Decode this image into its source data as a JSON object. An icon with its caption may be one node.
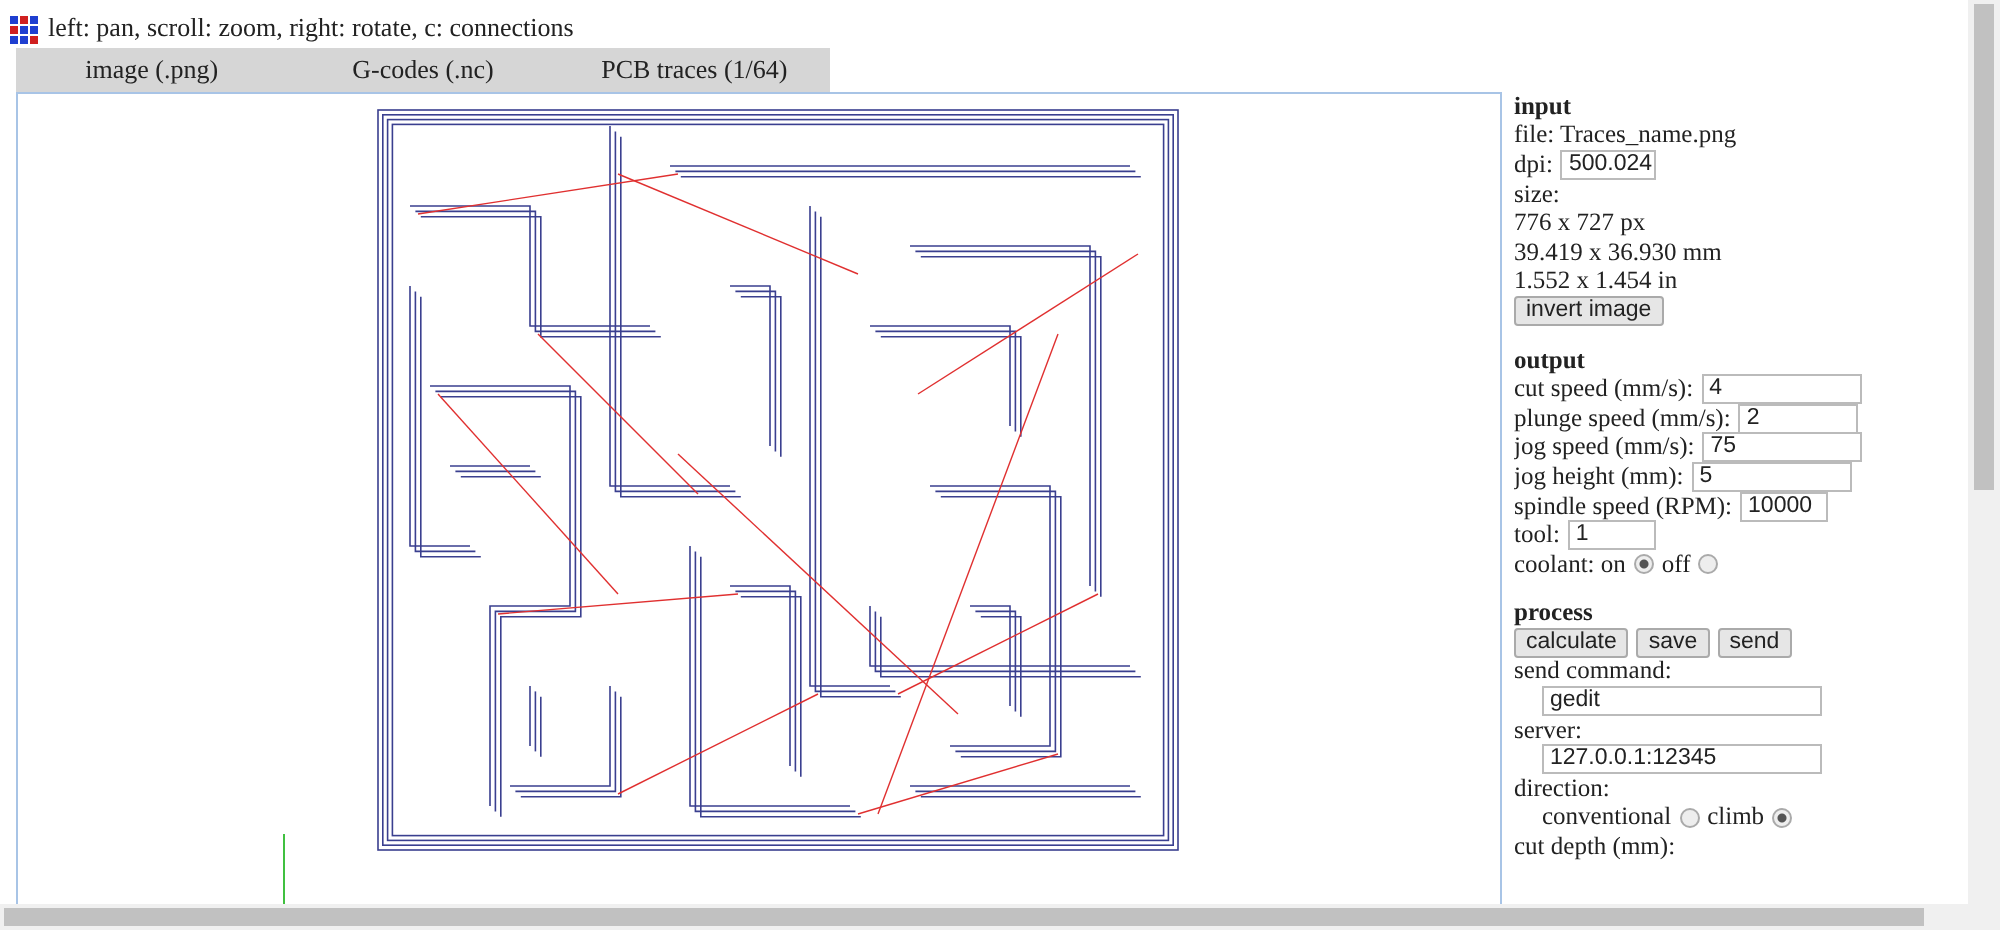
{
  "diagram": {
    "labels": [
      "left: pan, scroll: zoom, right: rotate, c: connections",
      "image (.png)",
      "G-codes (.nc)",
      "PCB traces (1/64)",
      "input",
      "file: Traces_name.png",
      "dpi:",
      "500.024",
      "size:",
      "776 x 727 px",
      "39.419 x 36.930 mm",
      "1.552 x 1.454 in",
      "invert image",
      "output",
      "cut speed (mm/s):",
      "4",
      "plunge speed (mm/s):",
      "2",
      "jog speed (mm/s):",
      "75",
      "jog height (mm):",
      "5",
      "spindle speed (RPM):",
      "10000",
      "tool:",
      "1",
      "coolant: on",
      "off",
      "process",
      "calculate",
      "save",
      "send",
      "send command:",
      "gedit",
      "server:",
      "127.0.0.1:12345",
      "direction:",
      "conventional",
      "climb",
      "cut depth (mm):"
    ]
  }
}
